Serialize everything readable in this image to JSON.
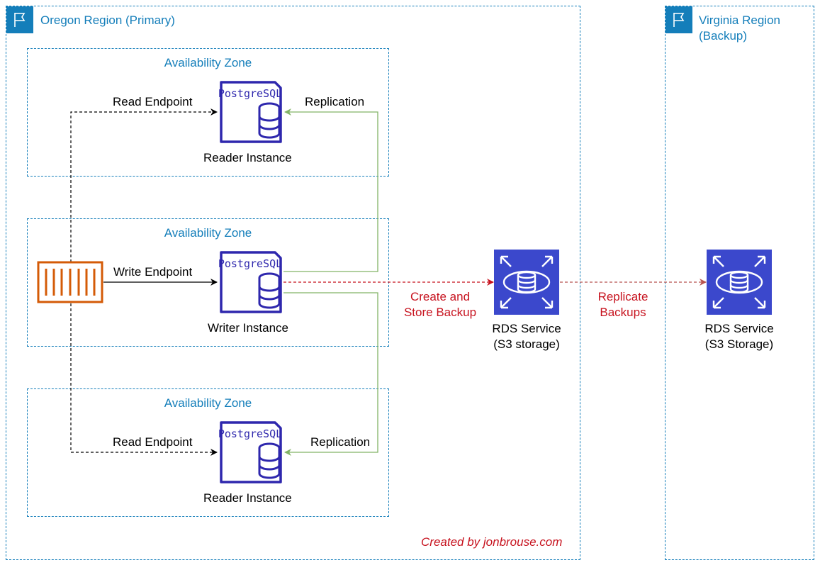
{
  "regions": {
    "primary": {
      "title": "Oregon Region (Primary)",
      "icon": "flag-icon"
    },
    "backup": {
      "title_line1": "Virginia Region",
      "title_line2": "(Backup)",
      "icon": "flag-icon"
    }
  },
  "availability_zones": [
    {
      "title": "Availability Zone"
    },
    {
      "title": "Availability Zone"
    },
    {
      "title": "Availability Zone"
    }
  ],
  "instances": [
    {
      "engine_label": "PostgreSQL",
      "caption": "Reader Instance"
    },
    {
      "engine_label": "PostgreSQL",
      "caption": "Writer Instance"
    },
    {
      "engine_label": "PostgreSQL",
      "caption": "Reader Instance"
    }
  ],
  "edges": {
    "read_endpoint_top": "Read Endpoint",
    "write_endpoint": "Write Endpoint",
    "read_endpoint_bottom": "Read Endpoint",
    "replication_top": "Replication",
    "replication_bottom": "Replication",
    "backup_line1": "Create and",
    "backup_line2": "Store Backup",
    "replicate_line1": "Replicate",
    "replicate_line2": "Backups"
  },
  "rds_primary": {
    "line1": "RDS Service",
    "line2": "(S3 storage)"
  },
  "rds_backup": {
    "line1": "RDS Service",
    "line2": "(S3 Storage)"
  },
  "credit": "Created by jonbrouse.com",
  "colors": {
    "region_border": "#147eba",
    "postgres": "#2e27ad",
    "rds": "#3b48cc",
    "container": "#d45b07",
    "replication": "#82b366",
    "backup_arrow": "#c7131f",
    "replicate_arrow": "#b85450"
  }
}
